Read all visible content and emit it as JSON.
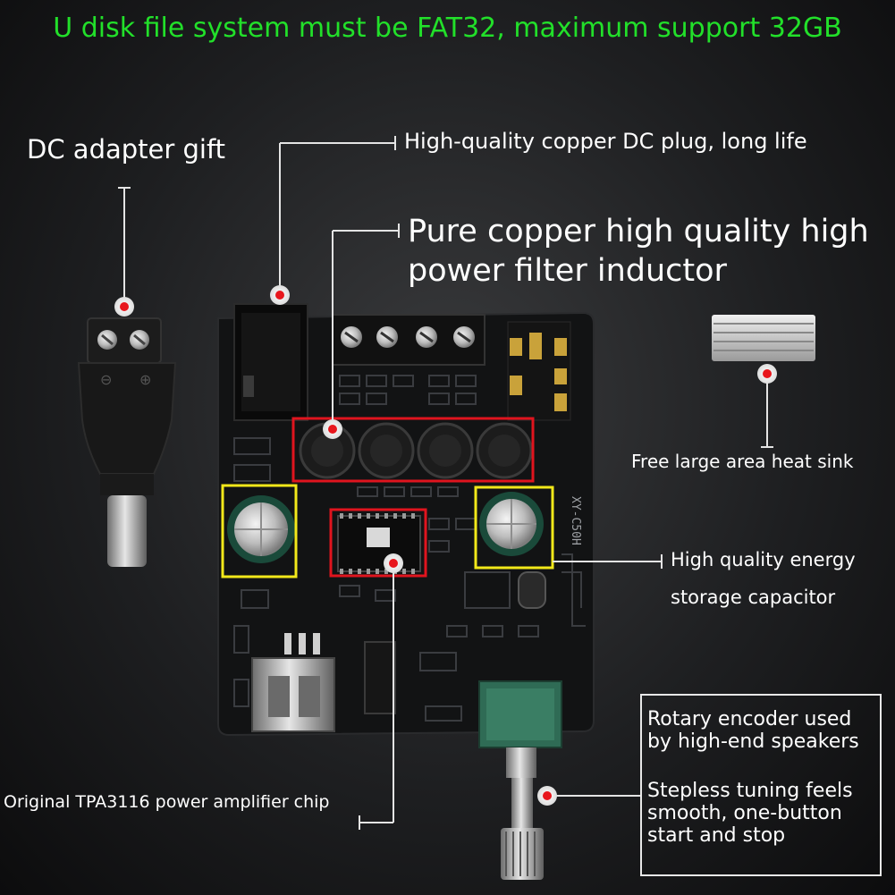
{
  "headline": "U disk file system must be FAT32, maximum support 32GB",
  "labels": {
    "dc_adapter_gift": "DC adapter gift",
    "dc_plug": "High-quality copper DC plug, long life",
    "inductor_line1": "Pure copper high quality high",
    "inductor_line2": "power filter inductor",
    "heat_sink": "Free large area heat sink",
    "capacitor_line1": "High quality energy",
    "capacitor_line2": "storage capacitor",
    "chip": "Original TPA3116 power amplifier chip",
    "encoder_line1": "Rotary encoder used",
    "encoder_line2": "by high-end speakers",
    "tuning_line1": "Stepless tuning feels",
    "tuning_line2": "smooth, one-button",
    "tuning_line3": "start and stop"
  },
  "board_silkscreen": "XY-C50H",
  "colors": {
    "headline": "#22e02a",
    "highlight_red": "#e0141e",
    "highlight_yellow": "#f2e81a",
    "marker": "#e8161c",
    "board": "#121314"
  }
}
